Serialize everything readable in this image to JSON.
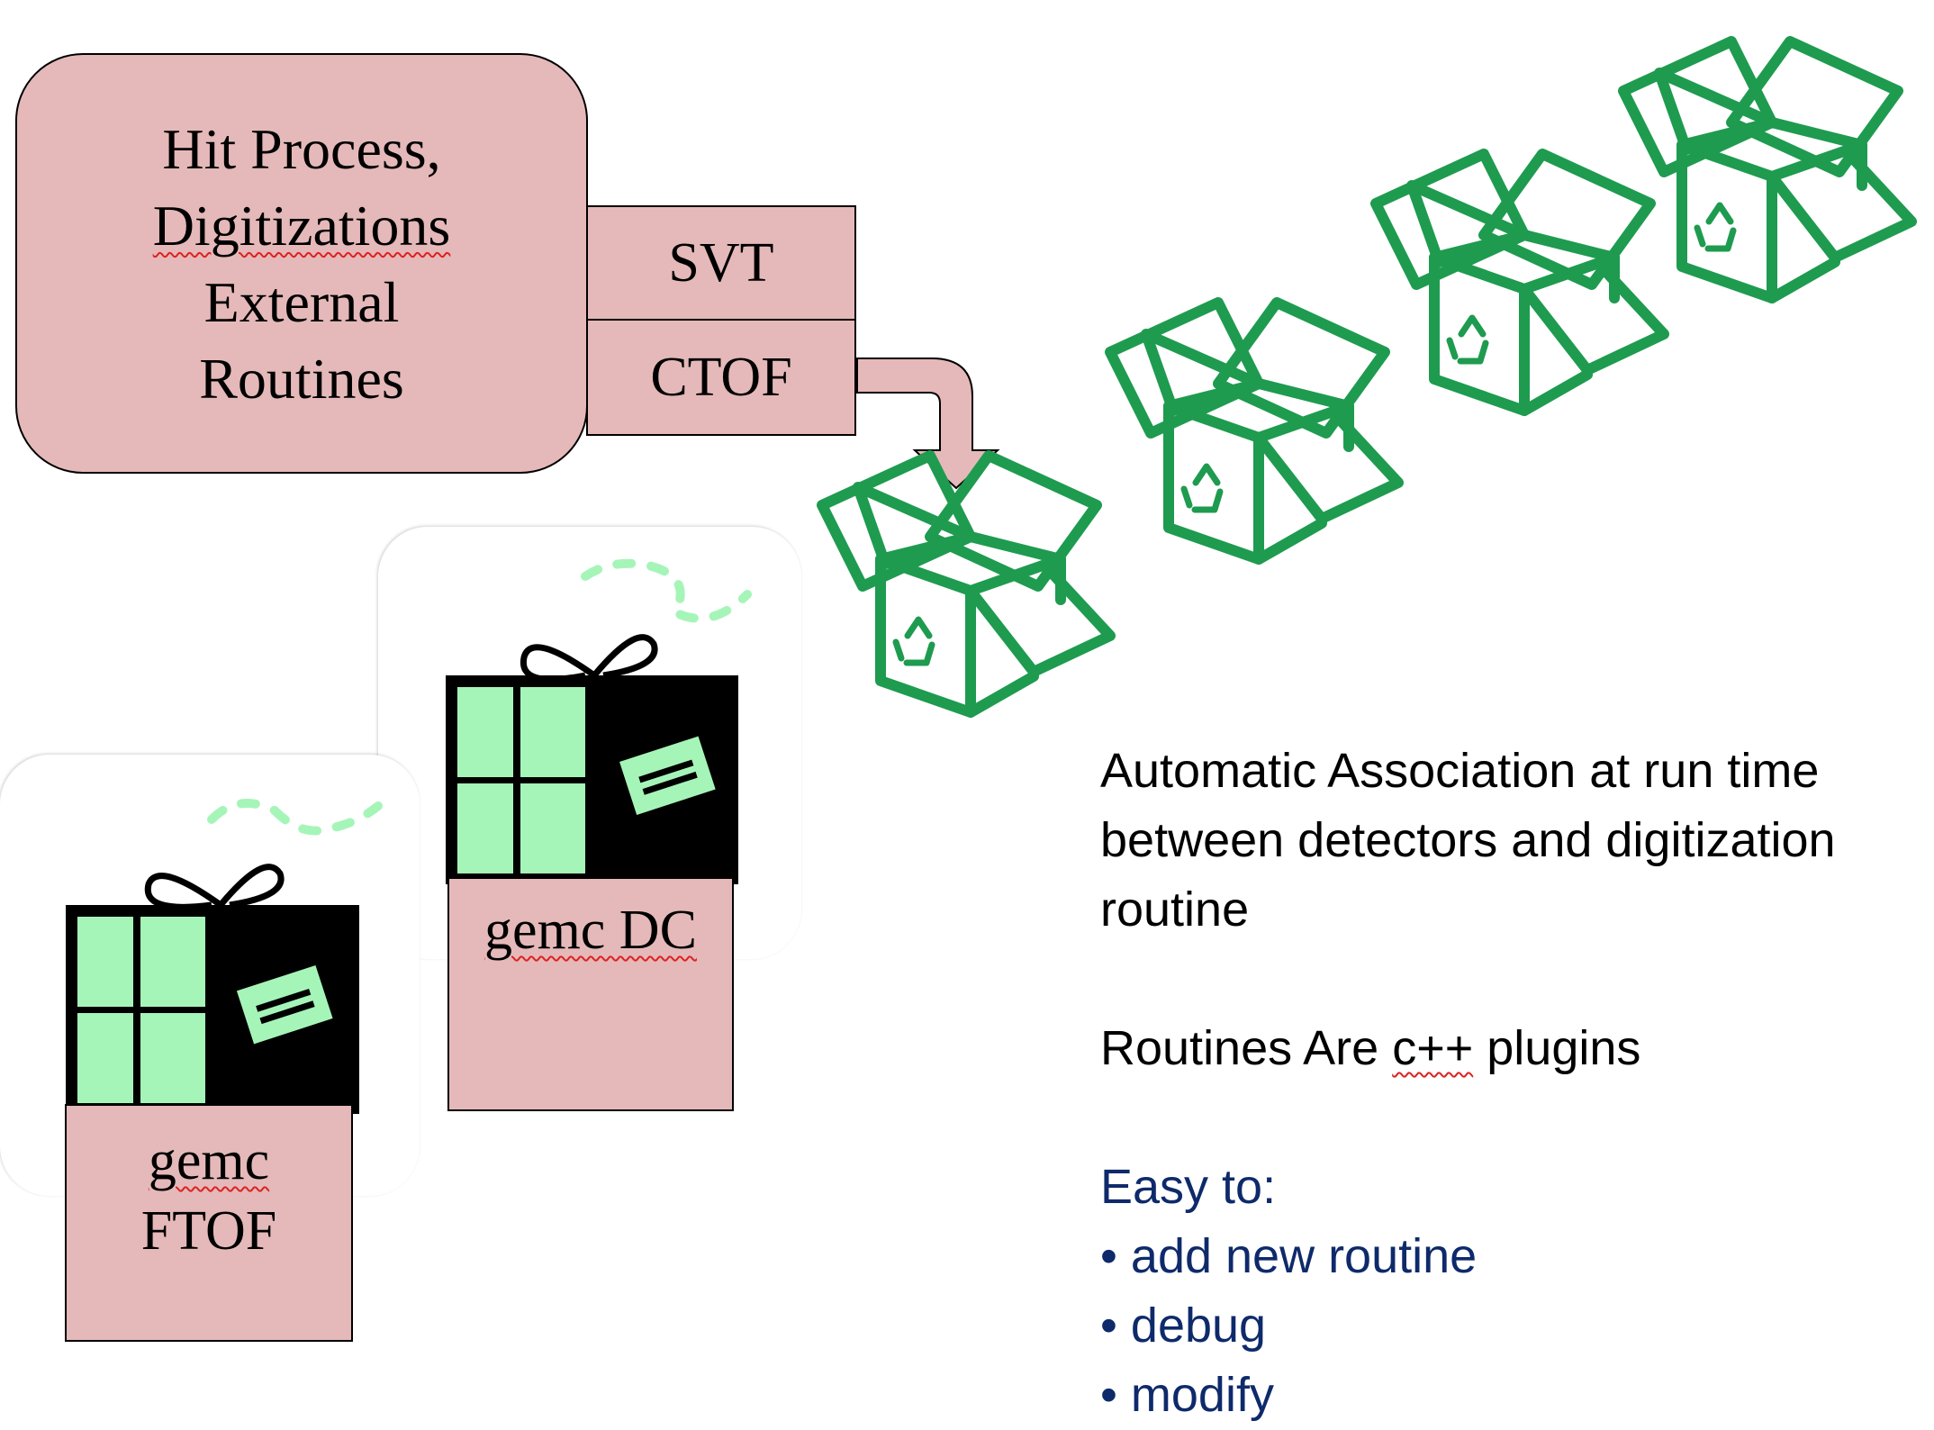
{
  "hit_process": {
    "lines": [
      "Hit Process,",
      "Digitizations",
      "External",
      "Routines"
    ]
  },
  "plugins": {
    "svt": "SVT",
    "ctof": "CTOF"
  },
  "gifts": {
    "dc": "gemc DC",
    "ftof_line1": "gemc",
    "ftof_line2": "FTOF"
  },
  "info": {
    "line1": "Automatic Association at run time",
    "line2": "between detectors and digitization",
    "line3": "routine",
    "routines_prefix": "Routines Are ",
    "routines_cpp": "c++",
    "routines_suffix": " plugins",
    "easy_heading": "Easy to:",
    "bullets": [
      "• add new routine",
      "• debug",
      "• modify"
    ]
  },
  "colors": {
    "pink": "#e5b9b9",
    "recycle_green": "#1e9b4f",
    "gift_green": "#a6f5b8",
    "text_blue": "#0e2a6b"
  },
  "icons": [
    "recycle-box-icon",
    "gift-icon",
    "arrow-icon"
  ]
}
